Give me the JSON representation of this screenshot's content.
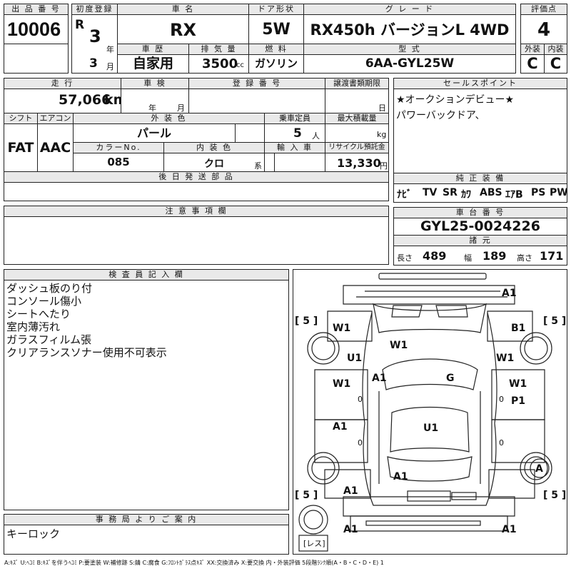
{
  "header": {
    "lot_label": "出 品 番 号",
    "lot": "10006",
    "first_reg_label": "初度登録",
    "era": "R",
    "year": "3",
    "year_unit": "年",
    "month": "3",
    "month_unit": "月",
    "name_label": "車 名",
    "name": "RX",
    "door_label": "ドア形状",
    "door": "5W",
    "grade_label": "グ レ ー ド",
    "grade": "RX450h バージョンL 4WD",
    "score_label": "評価点",
    "score": "4",
    "history_label": "車 歴",
    "history": "自家用",
    "displacement_label": "排 気 量",
    "displacement": "3500",
    "displacement_unit": "cc",
    "fuel_label": "燃 料",
    "fuel": "ガソリン",
    "model_label": "型 式",
    "model": "6AA-GYL25W",
    "ext_label": "外装",
    "ext": "C",
    "int_label": "内装",
    "int": "C"
  },
  "row2": {
    "mileage_label": "走 行",
    "mileage": "57,066",
    "mileage_unit": "km",
    "inspect_label": "車 検",
    "year_unit": "年",
    "month_unit": "月",
    "reg_label": "登 録 番 号",
    "transfer_label": "譲渡書類期限",
    "day_unit": "日",
    "sales_label": "セールスポイント",
    "sales_lines": [
      "★オークションデビュー★",
      "パワーバックドア、"
    ]
  },
  "row3": {
    "shift_label": "シフト",
    "shift": "FAT",
    "ac_label": "エアコン",
    "ac": "AAC",
    "color_label": "外 装 色",
    "color": "パール",
    "seats_label": "乗車定員",
    "seats": "5",
    "seats_unit": "人",
    "load_label": "最大積載量",
    "load_unit": "kg",
    "color_no_label": "カラーNo.",
    "color_no": "085",
    "interior_color_label": "内 装 色",
    "interior_color": "クロ",
    "interior_unit": "系",
    "import_label": "輸 入 車",
    "recycle_label": "リサイクル預託金",
    "recycle": "13,330",
    "recycle_unit": "円"
  },
  "equipment": {
    "label": "純 正 装 備",
    "items": [
      "ﾅﾋﾞ",
      "TV",
      "SR",
      "ｶﾜ",
      "ABS",
      "ｴｱB",
      "PS",
      "PW"
    ]
  },
  "delivery_label": "後 日 発 送 部 品",
  "caution_label": "注 意 事 項 欄",
  "chassis": {
    "label": "車 台 番 号",
    "number": "GYL25-0024226",
    "spec_label": "諸 元",
    "length_label": "長さ",
    "length": "489",
    "width_label": "幅",
    "width": "189",
    "height_label": "高さ",
    "height": "171"
  },
  "inspector": {
    "label": "検 査 員 記 入 欄",
    "lines": [
      "ダッシュ板のり付",
      "コンソール傷小",
      "シートへたり",
      "室内薄汚れ",
      "ガラスフィルム張",
      "クリアランスソナー使用不可表示"
    ]
  },
  "office": {
    "label": "事 務 局 よ り ご 案 内",
    "text": "キーロック"
  },
  "diagram": {
    "codes": {
      "roof_front": "A1",
      "hood_left": "W1",
      "hood_right": "B1",
      "front_center": "W1",
      "fender_left": "U1",
      "fender_right": "W1",
      "pillar_left": "A1",
      "center": "G",
      "door_left": "W1",
      "door_right": "W1",
      "door_right2": "P1",
      "rear_door_left": "A1",
      "roof_center": "U1",
      "rear_center": "A1",
      "rear_left": "A1",
      "rear_wheel_right": "A",
      "bumper_left": "A1",
      "bumper_right": "A1"
    },
    "tires": {
      "fl": "5",
      "fr": "5",
      "rl": "5",
      "rr": "5"
    },
    "zero": "0",
    "spare": "レス"
  },
  "legend": "A:ｷｽﾞ U:ﾍｺﾐ B:ｷｽﾞを伴うﾍｺﾐ P:要塗装 W:補修跡 S:錆 C:腐食 G:ﾌﾛﾝﾄｶﾞﾗｽ点ｷｽﾞ XX:交換済み X:要交換 内・外装評価 5段階ﾗﾝｸ順(A・B・C・D・E) 1"
}
